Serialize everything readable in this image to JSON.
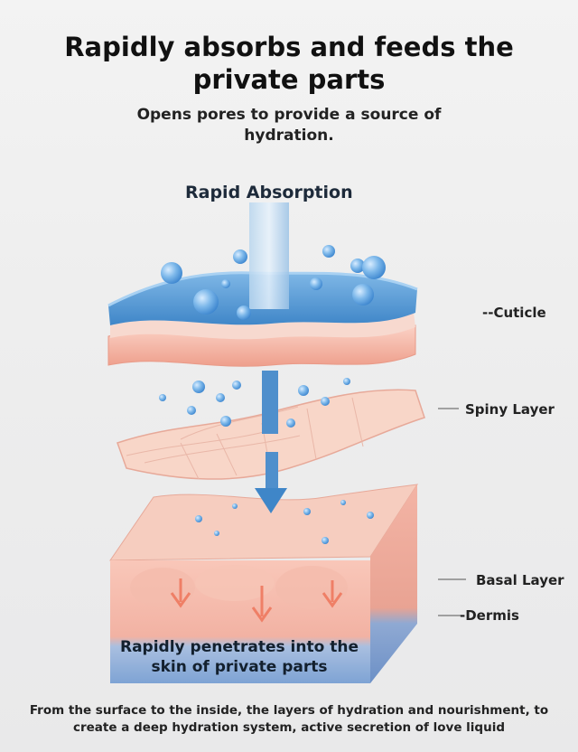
{
  "title": "Rapidly absorbs and feeds the\nprivate parts",
  "subtitle": "Opens pores to provide a source of\nhydration.",
  "absorption_label": "Rapid Absorption",
  "layers": {
    "cuticle": "--Cuticle",
    "spiny": "Spiny Layer",
    "basal": "Basal Layer",
    "dermis": "-Dermis"
  },
  "penetrate_caption": "Rapidly penetrates into the\nskin of private parts",
  "footer": "From the surface to the inside, the layers of hydration and nourishment, to\ncreate a deep hydration system, active secretion of love liquid",
  "colors": {
    "water_blue": "#5a9fd8",
    "skin_pink": "#f3b3a3",
    "dermis_blue": "#8fb0d8",
    "arrow": "#3f86c8"
  }
}
